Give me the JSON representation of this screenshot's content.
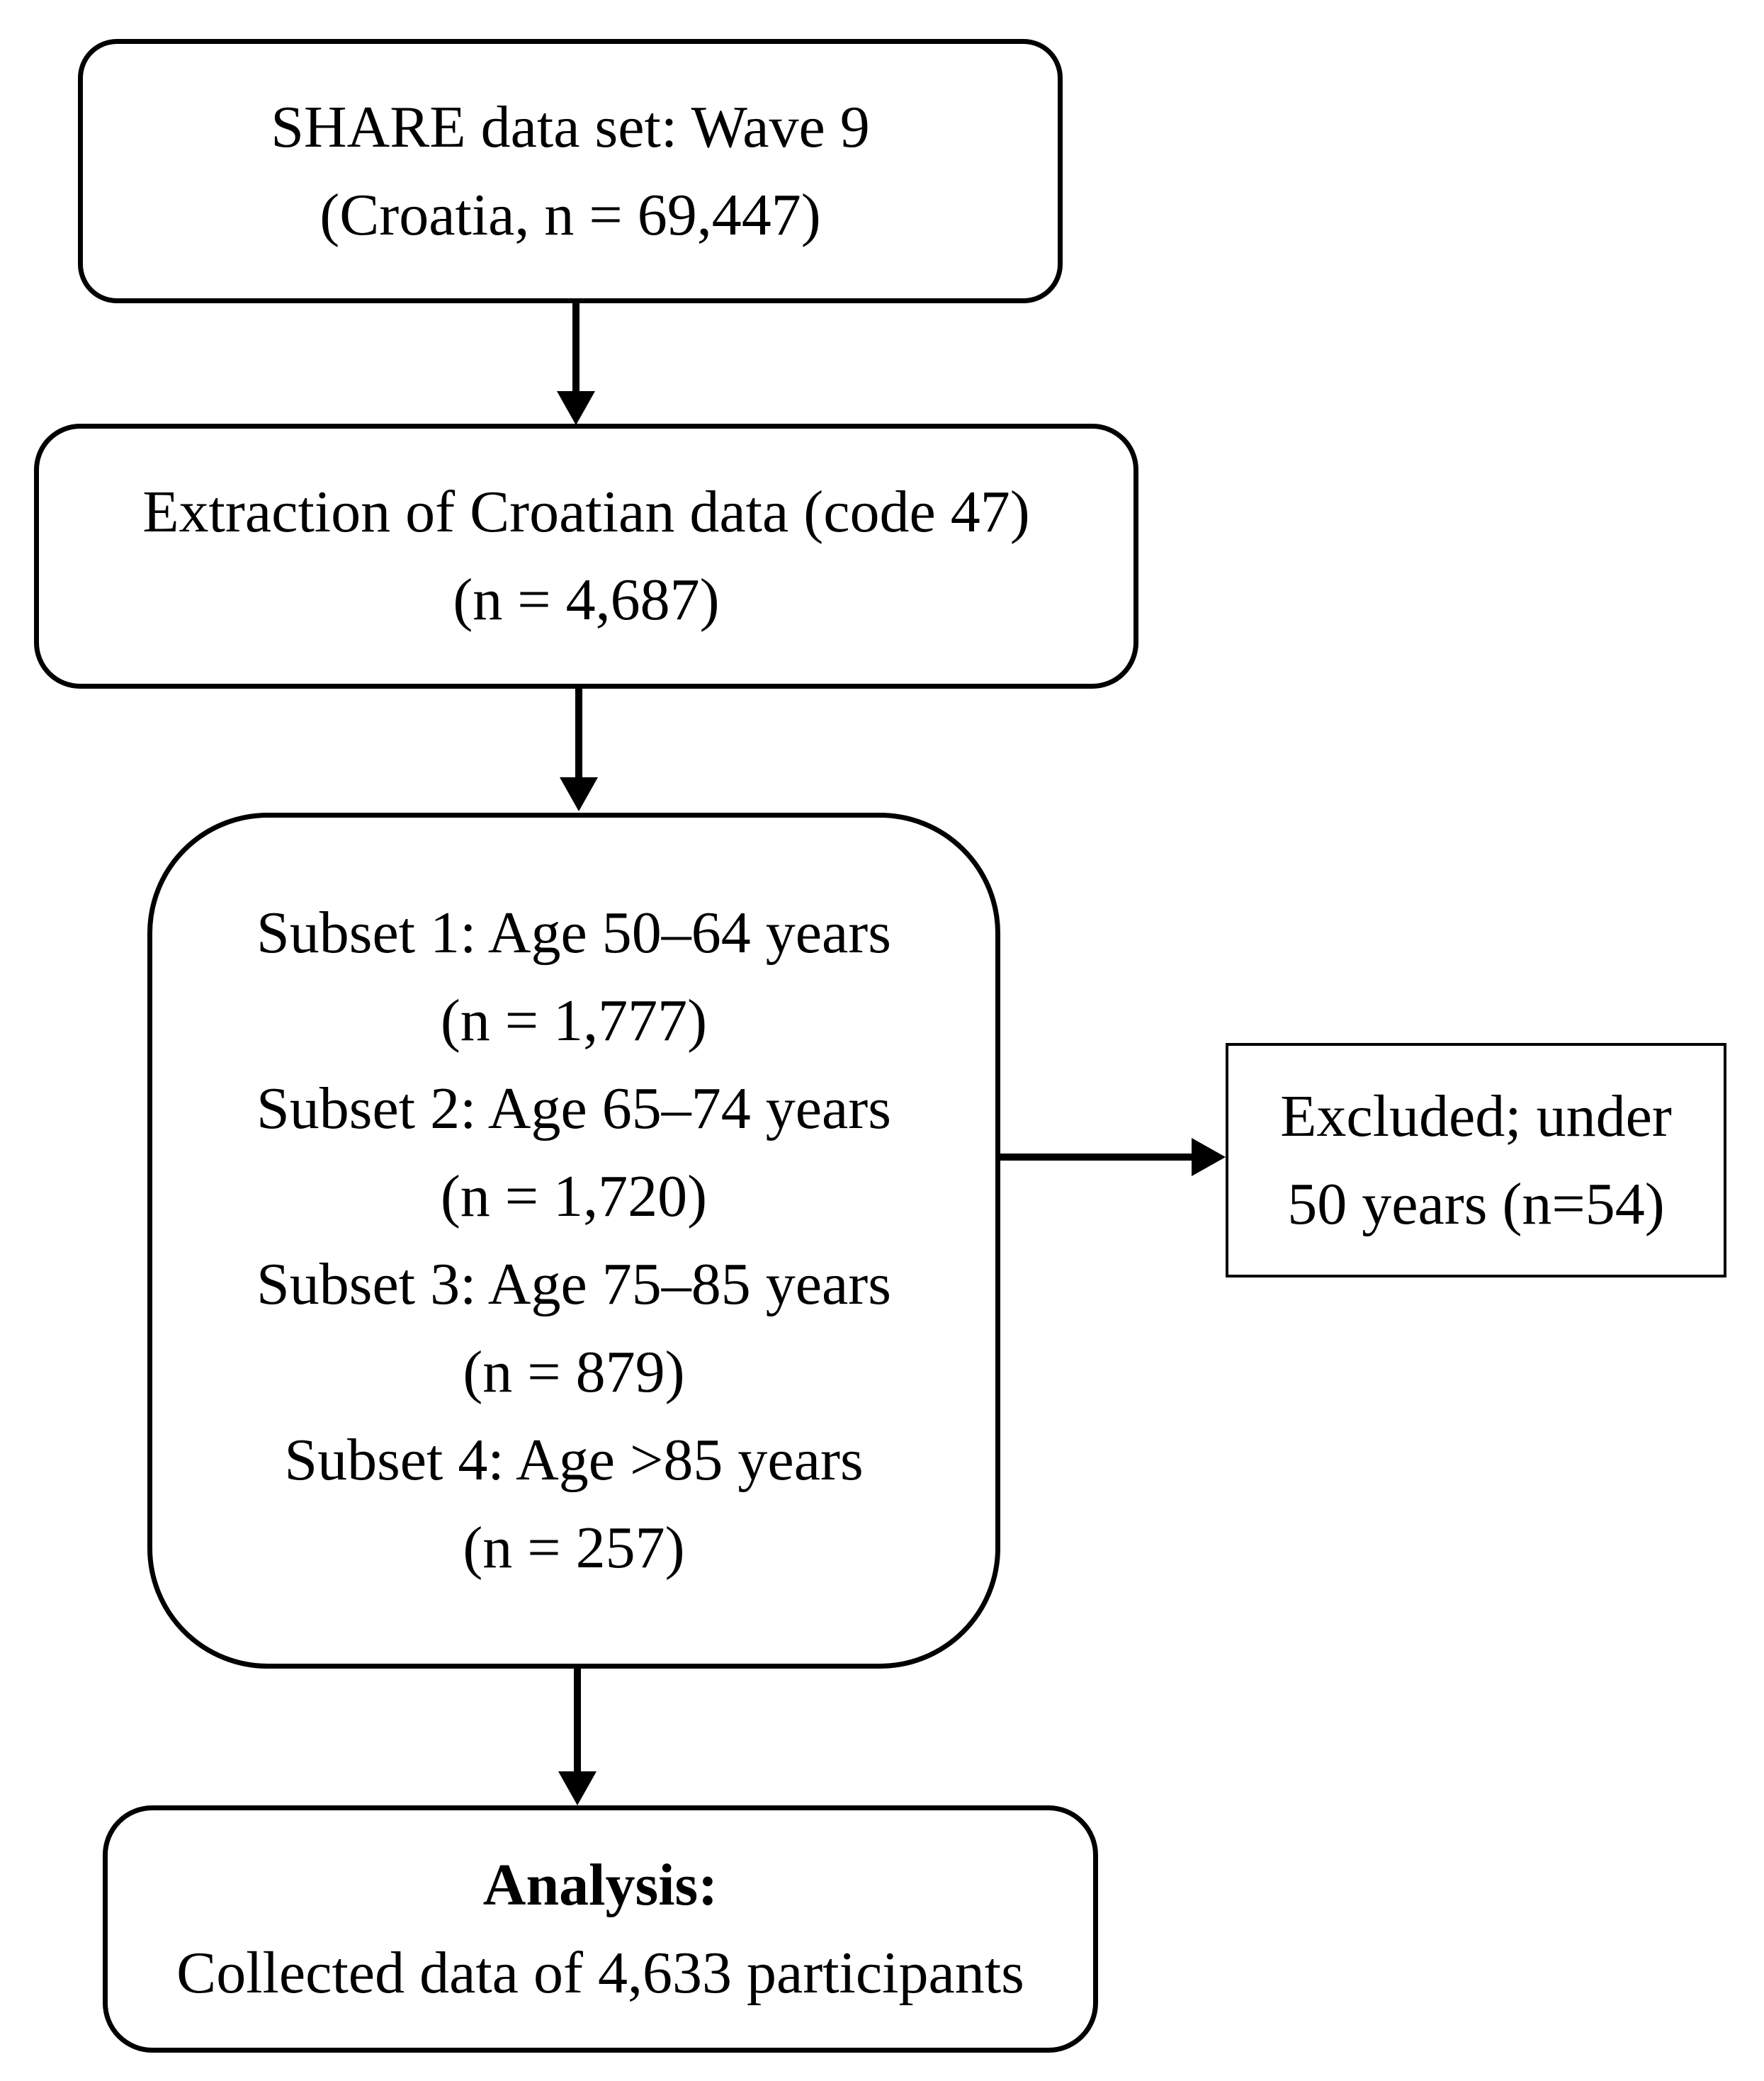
{
  "diagram": {
    "background_color": "#ffffff",
    "line_color": "#000000",
    "boxes": {
      "share": {
        "line1": "SHARE data set: Wave 9",
        "line2": "(Croatia, n = 69,447)"
      },
      "extraction": {
        "line1": "Extraction of Croatian data (code 47)",
        "line2": "(n = 4,687)"
      },
      "subsets": [
        {
          "label": "Subset 1: Age 50–64 years",
          "n": "(n = 1,777)"
        },
        {
          "label": "Subset 2: Age 65–74 years",
          "n": "(n = 1,720)"
        },
        {
          "label": "Subset 3: Age 75–85 years",
          "n": "(n = 879)"
        },
        {
          "label": "Subset 4: Age >85 years",
          "n": "(n = 257)"
        }
      ],
      "excluded": {
        "line1": "Excluded; under",
        "line2": "50 years (n=54)"
      },
      "analysis": {
        "title": "Analysis:",
        "line2": "Collected data of 4,633 participants"
      }
    }
  }
}
